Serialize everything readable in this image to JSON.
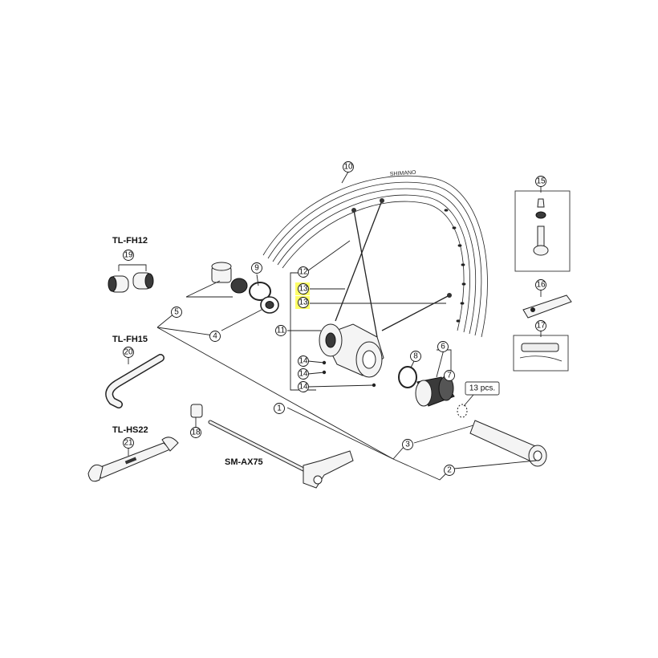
{
  "highlight_color": "#ffff66",
  "tool_labels": {
    "fh12": "TL-FH12",
    "fh15": "TL-FH15",
    "hs22": "TL-HS22",
    "ax75": "SM-AX75"
  },
  "quantity_note": "13 pcs.",
  "rim_brand": "SHIMANO",
  "callouts": {
    "c1": "1",
    "c2": "2",
    "c3": "3",
    "c4": "4",
    "c5": "5",
    "c6": "6",
    "c7": "7",
    "c8": "8",
    "c9": "9",
    "c10": "10",
    "c11": "11",
    "c12": "12",
    "c13a": "13",
    "c13b": "13",
    "c14a": "14",
    "c14b": "14",
    "c14c": "14",
    "c15": "15",
    "c16": "16",
    "c17": "17",
    "c18": "18",
    "c19": "19",
    "c20": "20",
    "c21": "21"
  },
  "icons": [
    "tire-valve-icon",
    "rim-tape-icon",
    "hub-wrench-icon",
    "hex-wrench-icon",
    "cone-wrench-icon",
    "thru-axle-icon"
  ]
}
